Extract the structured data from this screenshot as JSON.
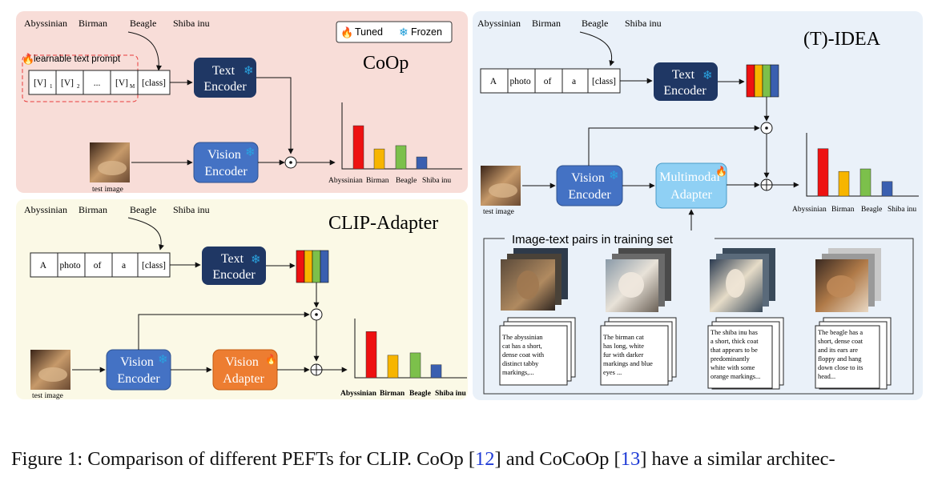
{
  "categories": [
    "Abyssinian",
    "Birman",
    "Beagle",
    "Shiba inu"
  ],
  "coop": {
    "title": "CoOp",
    "legend": {
      "tuned": "Tuned",
      "frozen": "Frozen"
    },
    "prompt_label": "learnable text prompt",
    "prompt_tokens": [
      "[V]",
      "[V]",
      "...",
      "[V]",
      "[class]"
    ],
    "prompt_subscripts": [
      "1",
      "2",
      "",
      "M",
      ""
    ],
    "text_encoder": [
      "Text",
      "Encoder"
    ],
    "vision_encoder": [
      "Vision",
      "Encoder"
    ],
    "test_image_label": "test image"
  },
  "clip_adapter": {
    "title": "CLIP-Adapter",
    "prompt_tokens": [
      "A",
      "photo",
      "of",
      "a",
      "[class]"
    ],
    "text_encoder": [
      "Text",
      "Encoder"
    ],
    "vision_encoder": [
      "Vision",
      "Encoder"
    ],
    "vision_adapter": [
      "Vision",
      "Adapter"
    ],
    "test_image_label": "test image"
  },
  "idea": {
    "title": "(T)-IDEA",
    "prompt_tokens": [
      "A",
      "photo",
      "of",
      "a",
      "[class]"
    ],
    "text_encoder": [
      "Text",
      "Encoder"
    ],
    "vision_encoder": [
      "Vision",
      "Encoder"
    ],
    "multimodal_adapter": [
      "Multimodal",
      "Adapter"
    ],
    "test_image_label": "test image",
    "training_set_title": "Image-text pairs in training set",
    "pairs": [
      {
        "text": [
          "The abyssinian",
          "cat has a short,",
          "dense coat with",
          "distinct tabby",
          "markings,..."
        ]
      },
      {
        "text": [
          "The birman cat",
          "has long, white",
          "fur with darker",
          "markings and blue",
          "eyes ..."
        ]
      },
      {
        "text": [
          "The shiba inu has",
          "a short, thick coat",
          "that appears to be",
          "predominantly",
          "white with some",
          "orange markings..."
        ]
      },
      {
        "text": [
          "The beagle has a",
          "short, dense coat",
          "and its ears are",
          "floppy and hang",
          "down close to its",
          "head..."
        ]
      }
    ]
  },
  "chart_data": [
    {
      "type": "bar",
      "panel": "CoOp",
      "categories": [
        "Abyssinian",
        "Birman",
        "Beagle",
        "Shiba inu"
      ],
      "values": [
        0.65,
        0.3,
        0.35,
        0.18
      ],
      "colors": [
        "#ee1111",
        "#f7b500",
        "#7cc04b",
        "#3a5fb0"
      ]
    },
    {
      "type": "bar",
      "panel": "CLIP-Adapter",
      "categories": [
        "Abyssinian",
        "Birman",
        "Beagle",
        "Shiba inu"
      ],
      "values": [
        0.78,
        0.38,
        0.42,
        0.22
      ],
      "colors": [
        "#ee1111",
        "#f7b500",
        "#7cc04b",
        "#3a5fb0"
      ]
    },
    {
      "type": "bar",
      "panel": "(T)-IDEA",
      "categories": [
        "Abyssinian",
        "Birman",
        "Beagle",
        "Shiba inu"
      ],
      "values": [
        0.75,
        0.39,
        0.43,
        0.23
      ],
      "colors": [
        "#ee1111",
        "#f7b500",
        "#7cc04b",
        "#3a5fb0"
      ]
    }
  ],
  "caption": {
    "prefix": "Figure 1: Comparison of different PEFTs for CLIP. CoOp [",
    "ref1": "12",
    "mid": "] and CoCoOp [",
    "ref2": "13",
    "suffix": "] have a similar architec-"
  }
}
